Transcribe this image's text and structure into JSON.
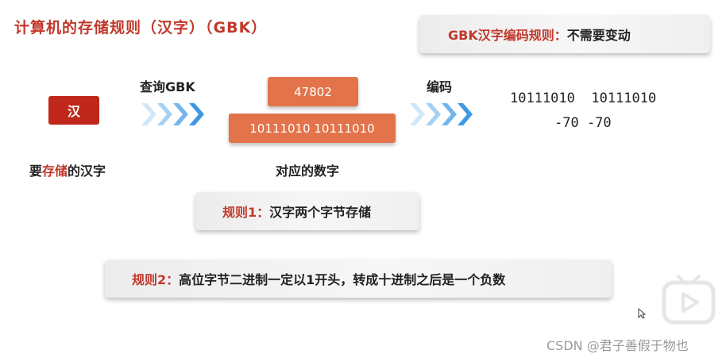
{
  "slide": {
    "title": "计算机的存储规则（汉字）（GBK）",
    "top_callout": {
      "label": "GBK汉字编码规则：",
      "text": "不需要变动"
    },
    "source_char": "汉",
    "caption_left": {
      "pre": "要",
      "highlight": "存储",
      "post": "的汉字"
    },
    "step_query": "查询GBK",
    "step_encode": "编码",
    "number_decimal": "47802",
    "number_binary": "10111010 10111010",
    "caption_mid": "对应的数字",
    "binary_line": "10111010  10111010",
    "decimal_line": "-70 -70",
    "rule1": {
      "label": "规则1：",
      "text": "汉字两个字节存储"
    },
    "rule2": {
      "label": "规则2：",
      "text": "高位字节二进制一定以1开头，转成十进制之后是一个负数"
    }
  },
  "watermark": "CSDN @君子善假于物也",
  "icons": [
    "chevron-right-icon",
    "play-icon",
    "cursor-icon"
  ],
  "colors": {
    "accent_red": "#c0271b",
    "number_orange": "#e2734a",
    "arrow_blue": "#4aa3e8"
  }
}
